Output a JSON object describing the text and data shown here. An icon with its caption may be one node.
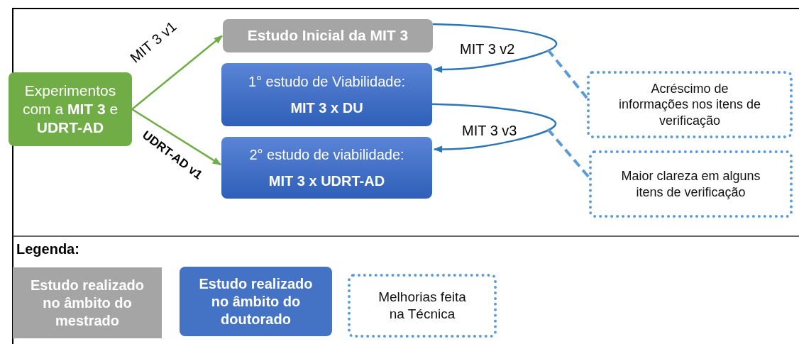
{
  "diagram": {
    "nodes": [
      {
        "text": [
          "Experimentos com a **MIT 3** e **UDRT-AD**"
        ]
      },
      {
        "text": [
          "Estudo Inicial da MIT 3"
        ]
      },
      {
        "text": [
          "1° estudo de Viabilidade:",
          "MIT 3 x DU"
        ]
      },
      {
        "text": [
          "2° estudo de viabilidade:",
          "MIT 3 x UDRT-AD"
        ]
      },
      {
        "text": [
          "Acréscimo de informações nos itens de verificação"
        ]
      },
      {
        "text": [
          "Maior clareza em alguns itens de verificação"
        ]
      }
    ],
    "edges": [
      {
        "from": 0,
        "to": 1,
        "arrow": "to",
        "label": "MIT 3 v1",
        "color": "#70ad47"
      },
      {
        "from": 0,
        "to": 3,
        "arrow": "to",
        "label": "UDRT-AD v1",
        "color": "#70ad47"
      },
      {
        "from": 1,
        "to": 2,
        "arrow": "to",
        "label": "MIT 3 v2",
        "color": "#2e75b6"
      },
      {
        "from": 2,
        "to": 3,
        "arrow": "to",
        "label": "MIT 3 v3",
        "color": "#2e75b6"
      },
      {
        "from": null,
        "to": 4,
        "arrow": "none",
        "style": "dashed",
        "color": "#5b9bd5"
      },
      {
        "from": null,
        "to": 5,
        "arrow": "none",
        "style": "dashed",
        "color": "#5b9bd5"
      }
    ],
    "labels": [
      "Legenda:"
    ],
    "legend": [
      {
        "text": "Estudo realizado no âmbito do mestrado",
        "color": "#a5a5a5"
      },
      {
        "text": "Estudo realizado no âmbito do doutorado",
        "color": "#4472c4"
      },
      {
        "text": "Melhorias feita na Técnica"
      }
    ]
  }
}
